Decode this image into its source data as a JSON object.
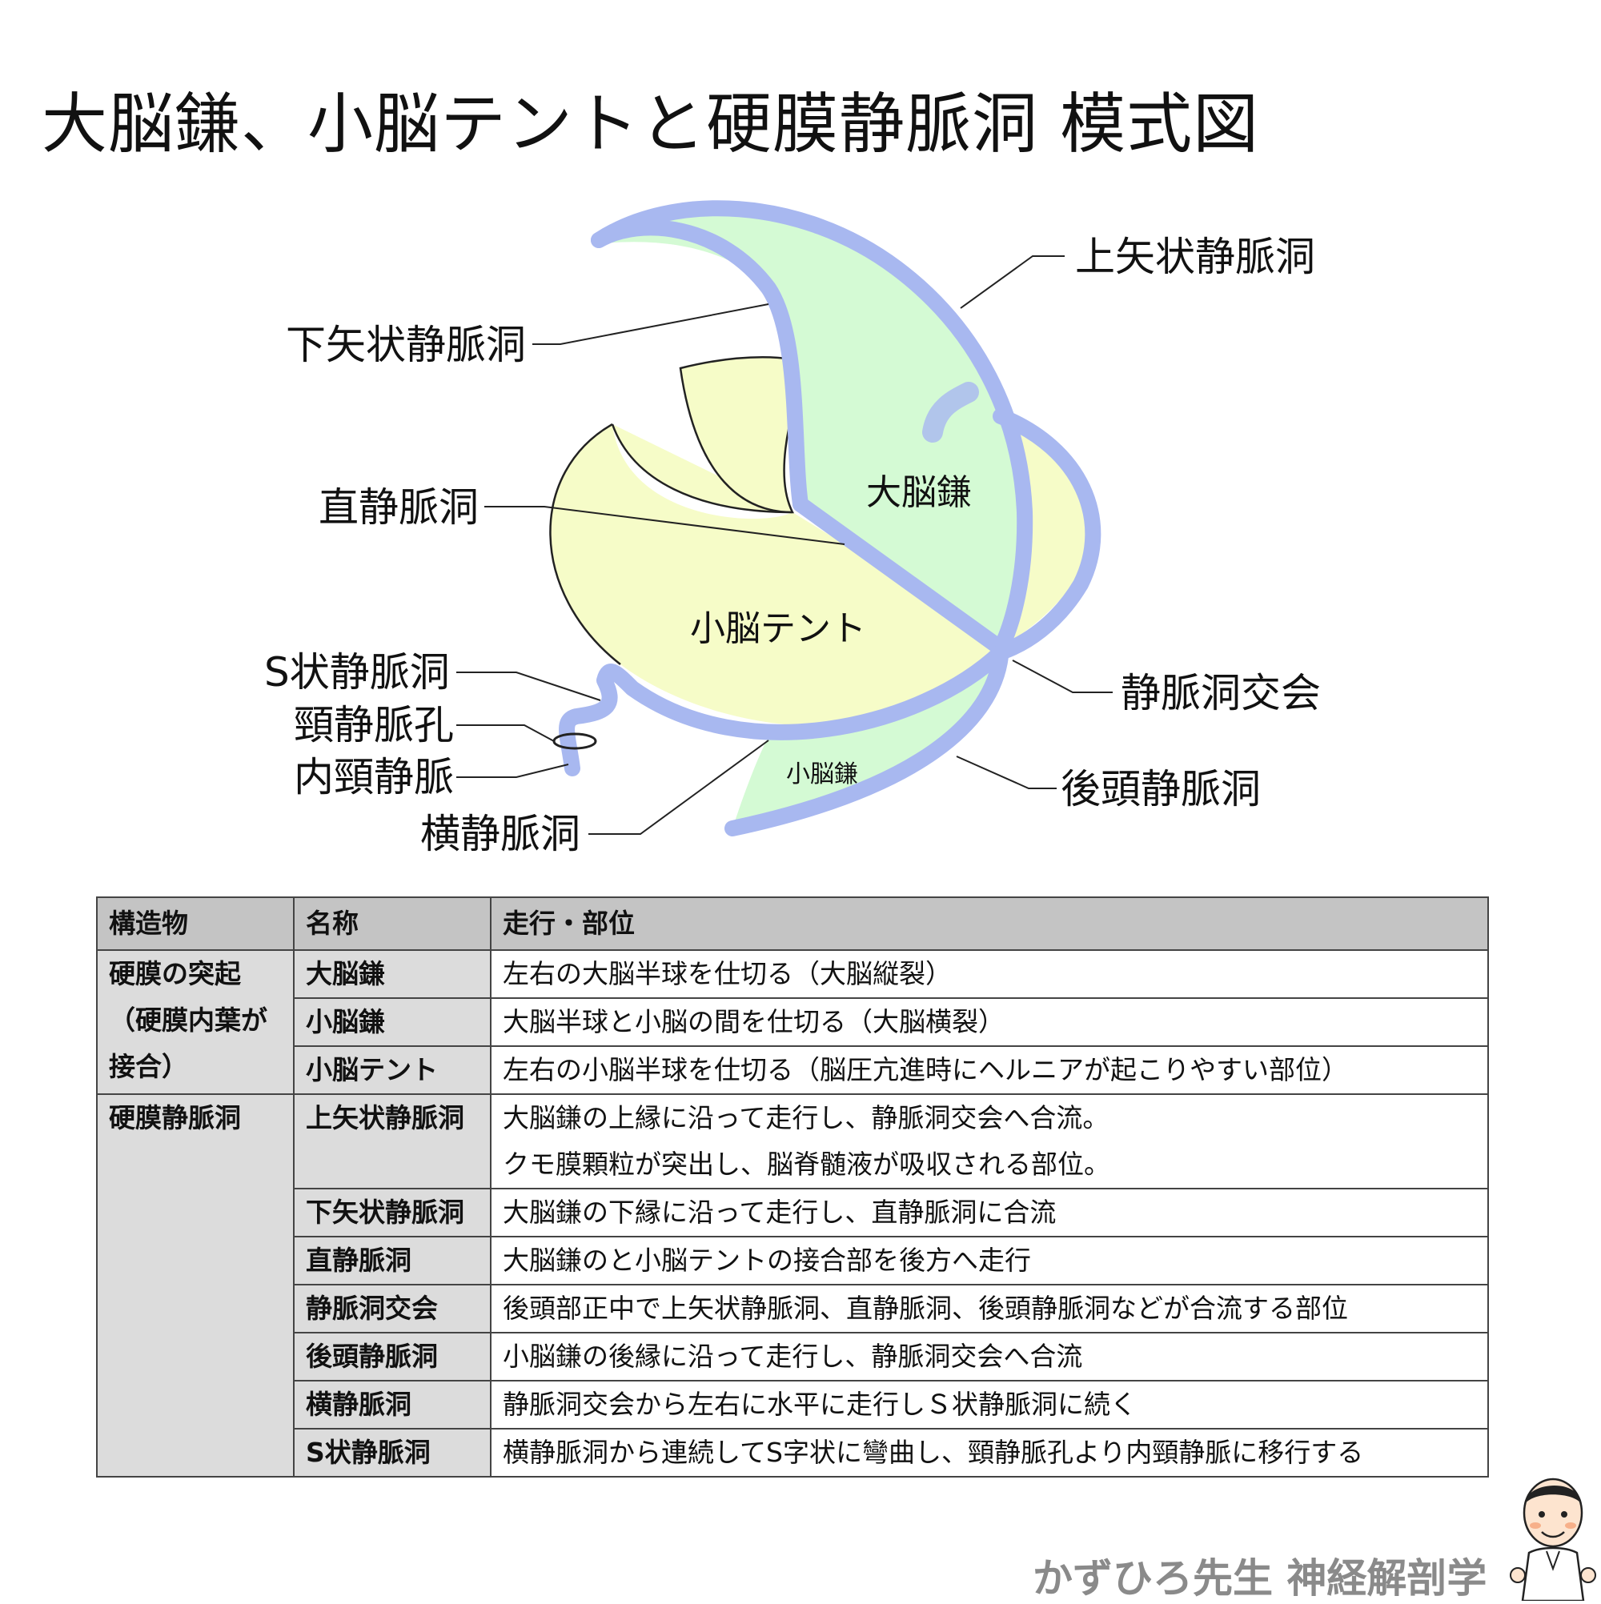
{
  "title": "大脳鎌、小脳テントと硬膜静脈洞 模式図",
  "diagram": {
    "labels": {
      "superior_sagittal": "上矢状静脈洞",
      "inferior_sagittal": "下矢状静脈洞",
      "straight": "直静脈洞",
      "sigmoid": "S状静脈洞",
      "jugular_foramen": "頸静脈孔",
      "internal_jugular": "内頸静脈",
      "transverse": "横静脈洞",
      "confluence": "静脈洞交会",
      "occipital": "後頭静脈洞",
      "falx_cerebri": "大脳鎌",
      "tentorium": "小脳テント",
      "falx_cerebelli": "小脳鎌"
    },
    "colors": {
      "sinus": "#a8b8f0",
      "falx": "#d4fad4",
      "tentorium": "#f6fcc8"
    }
  },
  "table": {
    "headers": [
      "構造物",
      "名称",
      "走行・部位"
    ],
    "groups": [
      {
        "category": "硬膜の突起（硬膜内葉が接合）",
        "category_lines": [
          "硬膜の突起",
          "（硬膜内葉が",
          "接合）"
        ],
        "rows": [
          {
            "name": "大脳鎌",
            "desc": [
              "左右の大脳半球を仕切る（大脳縦裂）"
            ]
          },
          {
            "name": "小脳鎌",
            "desc": [
              "大脳半球と小脳の間を仕切る（大脳横裂）"
            ]
          },
          {
            "name": "小脳テント",
            "desc": [
              "左右の小脳半球を仕切る（脳圧亢進時にヘルニアが起こりやすい部位）"
            ]
          }
        ]
      },
      {
        "category": "硬膜静脈洞",
        "category_lines": [
          "硬膜静脈洞"
        ],
        "rows": [
          {
            "name": "上矢状静脈洞",
            "desc": [
              "大脳鎌の上縁に沿って走行し、静脈洞交会へ合流。",
              "クモ膜顆粒が突出し、脳脊髄液が吸収される部位。"
            ]
          },
          {
            "name": "下矢状静脈洞",
            "desc": [
              "大脳鎌の下縁に沿って走行し、直静脈洞に合流"
            ]
          },
          {
            "name": "直静脈洞",
            "desc": [
              "大脳鎌のと小脳テントの接合部を後方へ走行"
            ]
          },
          {
            "name": "静脈洞交会",
            "desc": [
              "後頭部正中で上矢状静脈洞、直静脈洞、後頭静脈洞などが合流する部位"
            ]
          },
          {
            "name": "後頭静脈洞",
            "desc": [
              "小脳鎌の後縁に沿って走行し、静脈洞交会へ合流"
            ]
          },
          {
            "name": "横静脈洞",
            "desc": [
              "静脈洞交会から左右に水平に走行しＳ状静脈洞に続く"
            ]
          },
          {
            "name": "S状静脈洞",
            "desc": [
              "横静脈洞から連続してS字状に彎曲し、頸静脈孔より内頸静脈に移行する"
            ]
          }
        ]
      }
    ]
  },
  "footer": "かずひろ先生 神経解剖学"
}
